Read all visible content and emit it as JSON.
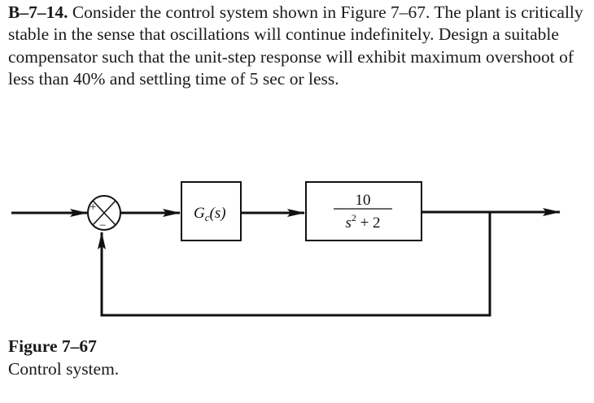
{
  "problem": {
    "number": "B–7–14.",
    "text": "Consider the control system shown in Figure 7–67. The plant is critically stable in the sense that oscillations will continue indefinitely. Design a suitable compensator such that the unit-step response will exhibit maximum overshoot of less than 40% and settling time of 5 sec or less."
  },
  "diagram": {
    "summing_plus": "+",
    "summing_minus": "−",
    "compensator": {
      "G": "G",
      "sub": "c",
      "arg": "(s)"
    },
    "plant": {
      "numerator": "10",
      "denominator_base": "s",
      "denominator_exp": "2",
      "denominator_rest": " + 2"
    }
  },
  "figure": {
    "label": "Figure 7–67",
    "caption": "Control system."
  }
}
